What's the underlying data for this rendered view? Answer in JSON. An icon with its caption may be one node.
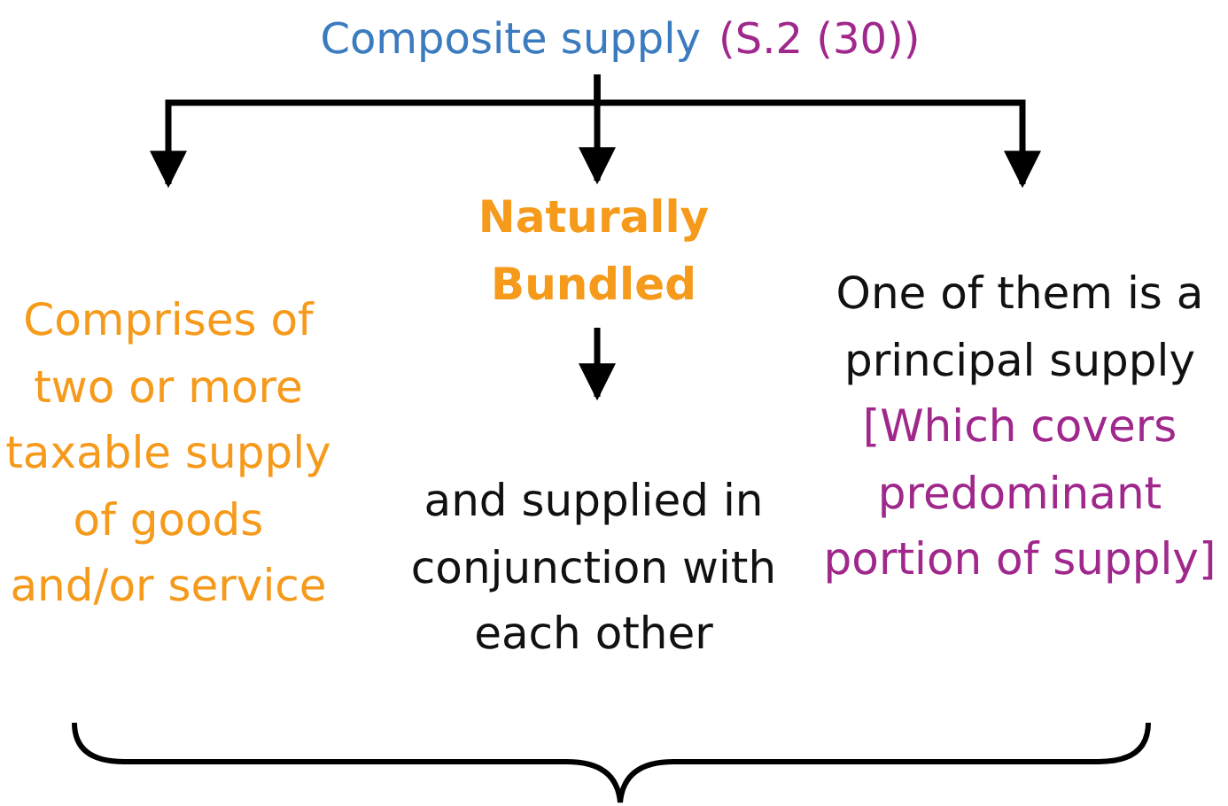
{
  "diagram": {
    "nodes": [
      {
        "text": [
          "Composite supply",
          "(S.2 (30))"
        ]
      },
      {
        "text": [
          "Comprises of two or more taxable supply of goods and/or service"
        ]
      },
      {
        "text": [
          "Naturally Bundled"
        ]
      },
      {
        "text": [
          "and supplied in conjunction with each other"
        ]
      },
      {
        "text": [
          "One of them is a principal supply",
          "[Which covers predominant portion of supply]"
        ]
      }
    ],
    "edges": [
      {
        "from": 0,
        "to": 1,
        "arrow": "to"
      },
      {
        "from": 0,
        "to": 2,
        "arrow": "to"
      },
      {
        "from": 0,
        "to": 4,
        "arrow": "to"
      },
      {
        "from": 2,
        "to": 3,
        "arrow": "to"
      }
    ]
  }
}
